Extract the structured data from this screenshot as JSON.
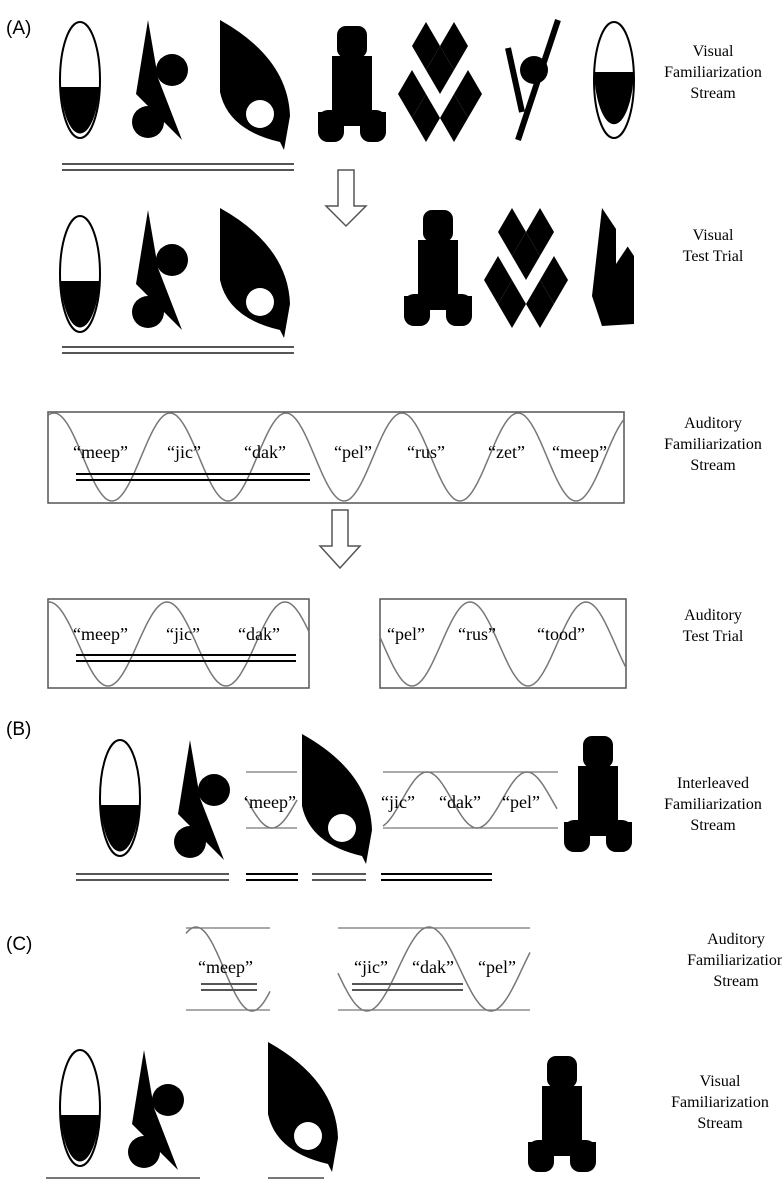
{
  "panels": {
    "A": {
      "letter": "(A)",
      "rows": [
        {
          "label": [
            "Visual",
            "Familiarization",
            "Stream"
          ]
        },
        {
          "label": [
            "Visual",
            "Test Trial"
          ]
        },
        {
          "label": [
            "Auditory",
            "Familiarization",
            "Stream"
          ],
          "syllables": [
            "“meep”",
            "“jic”",
            "“dak”",
            "“pel”",
            "“rus”",
            "“zet”",
            "“meep”"
          ]
        },
        {
          "label": [
            "Auditory",
            "Test Trial"
          ],
          "syllables_left": [
            "“meep”",
            "“jic”",
            "“dak”"
          ],
          "syllables_right": [
            "“pel”",
            "“rus”",
            "“tood”"
          ]
        }
      ]
    },
    "B": {
      "letter": "(B)",
      "label": [
        "Interleaved",
        "Familiarization",
        "Stream"
      ],
      "syllables": [
        "‘meep”",
        "“jic”",
        "“dak”",
        "“pel”"
      ]
    },
    "C": {
      "letter": "(C)",
      "auditory_label": [
        "Auditory",
        "Familiarization",
        "Stream"
      ],
      "visual_label": [
        "Visual",
        "Familiarization",
        "Stream"
      ],
      "syllables": [
        "“meep”",
        "“jic”",
        "“dak”",
        "“pel”"
      ]
    }
  },
  "colors": {
    "shape": "#000000",
    "wave": "#777777",
    "underline": "#555555",
    "frame": "#555555"
  }
}
